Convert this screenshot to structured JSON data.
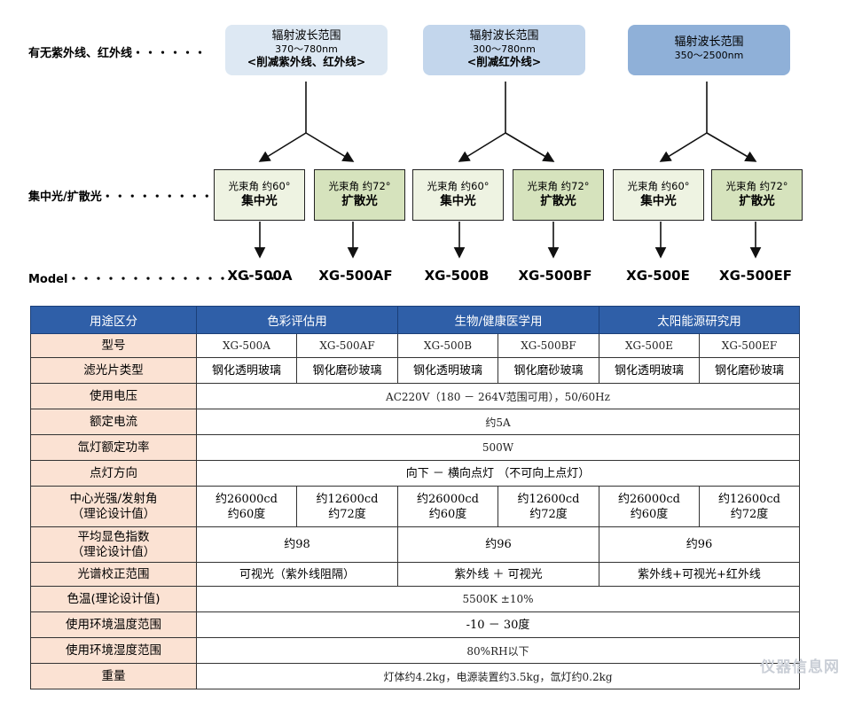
{
  "labels": {
    "uv_ir": "有无紫外线、红外线",
    "concentrate_diffuse": "集中光/扩散光",
    "model": "Model",
    "dots_uv": "・・・・・・",
    "dots_cd": "・・・・・・・・・",
    "dots_model": "・・・・・・・・・・・・・・・・・"
  },
  "wavelength_boxes": [
    {
      "title": "辐射波长范围",
      "range": "370～780nm",
      "note": "<削减紫外线、红外线>",
      "color": "#dde8f3"
    },
    {
      "title": "辐射波长范围",
      "range": "300～780nm",
      "note": "<削减红外线>",
      "color": "#c3d6ec"
    },
    {
      "title": "辐射波长范围",
      "range": "350～2500nm",
      "note": "",
      "color": "#8fb0d8"
    }
  ],
  "beams": [
    {
      "angle": "光束角 约60°",
      "kind": "集中光"
    },
    {
      "angle": "光束角 约72°",
      "kind": "扩散光"
    },
    {
      "angle": "光束角 约60°",
      "kind": "集中光"
    },
    {
      "angle": "光束角 约72°",
      "kind": "扩散光"
    },
    {
      "angle": "光束角 约60°",
      "kind": "集中光"
    },
    {
      "angle": "光束角 约72°",
      "kind": "扩散光"
    }
  ],
  "models": [
    "XG-500A",
    "XG-500AF",
    "XG-500B",
    "XG-500BF",
    "XG-500E",
    "XG-500EF"
  ],
  "table": {
    "header": {
      "label": "用途区分",
      "groups": [
        "色彩评估用",
        "生物/健康医学用",
        "太阳能源研究用"
      ]
    },
    "model_label": "型号",
    "filter": {
      "label": "滤光片类型",
      "values": [
        "钢化透明玻璃",
        "钢化磨砂玻璃",
        "钢化透明玻璃",
        "钢化磨砂玻璃",
        "钢化透明玻璃",
        "钢化磨砂玻璃"
      ]
    },
    "voltage": {
      "label": "使用电压",
      "value": "AC220V（180 － 264V范围可用），50/60Hz"
    },
    "current": {
      "label": "额定电流",
      "value": "约5A"
    },
    "power": {
      "label": "氙灯额定功率",
      "value": "500W"
    },
    "direction": {
      "label": "点灯方向",
      "value": "向下  －  横向点灯 （不可向上点灯）"
    },
    "intensity": {
      "label1": "中心光强/发射角",
      "label2": "（理论设计值）",
      "values": [
        [
          "约26000cd",
          "约60度"
        ],
        [
          "约12600cd",
          "约72度"
        ],
        [
          "约26000cd",
          "约60度"
        ],
        [
          "约12600cd",
          "约72度"
        ],
        [
          "约26000cd",
          "约60度"
        ],
        [
          "约12600cd",
          "约72度"
        ]
      ]
    },
    "cri": {
      "label1": "平均显色指数",
      "label2": "（理论设计值）",
      "values": [
        "约98",
        "约96",
        "约96"
      ]
    },
    "spectrum": {
      "label": "光谱校正范围",
      "values": [
        "可视光（紫外线阻隔）",
        "紫外线 ＋ 可视光",
        "紫外线+可视光+红外线"
      ]
    },
    "ct": {
      "label": "色温(理论设计值)",
      "value": "5500K ±10%"
    },
    "temp": {
      "label": "使用环境温度范围",
      "value": "-10  －  30度"
    },
    "humidity": {
      "label": "使用环境湿度范围",
      "value": "80%RH以下"
    },
    "weight": {
      "label": "重量",
      "value": "灯体约4.2kg，电源装置约3.5kg，氙灯约0.2kg"
    }
  },
  "watermark": "仪器信息网"
}
